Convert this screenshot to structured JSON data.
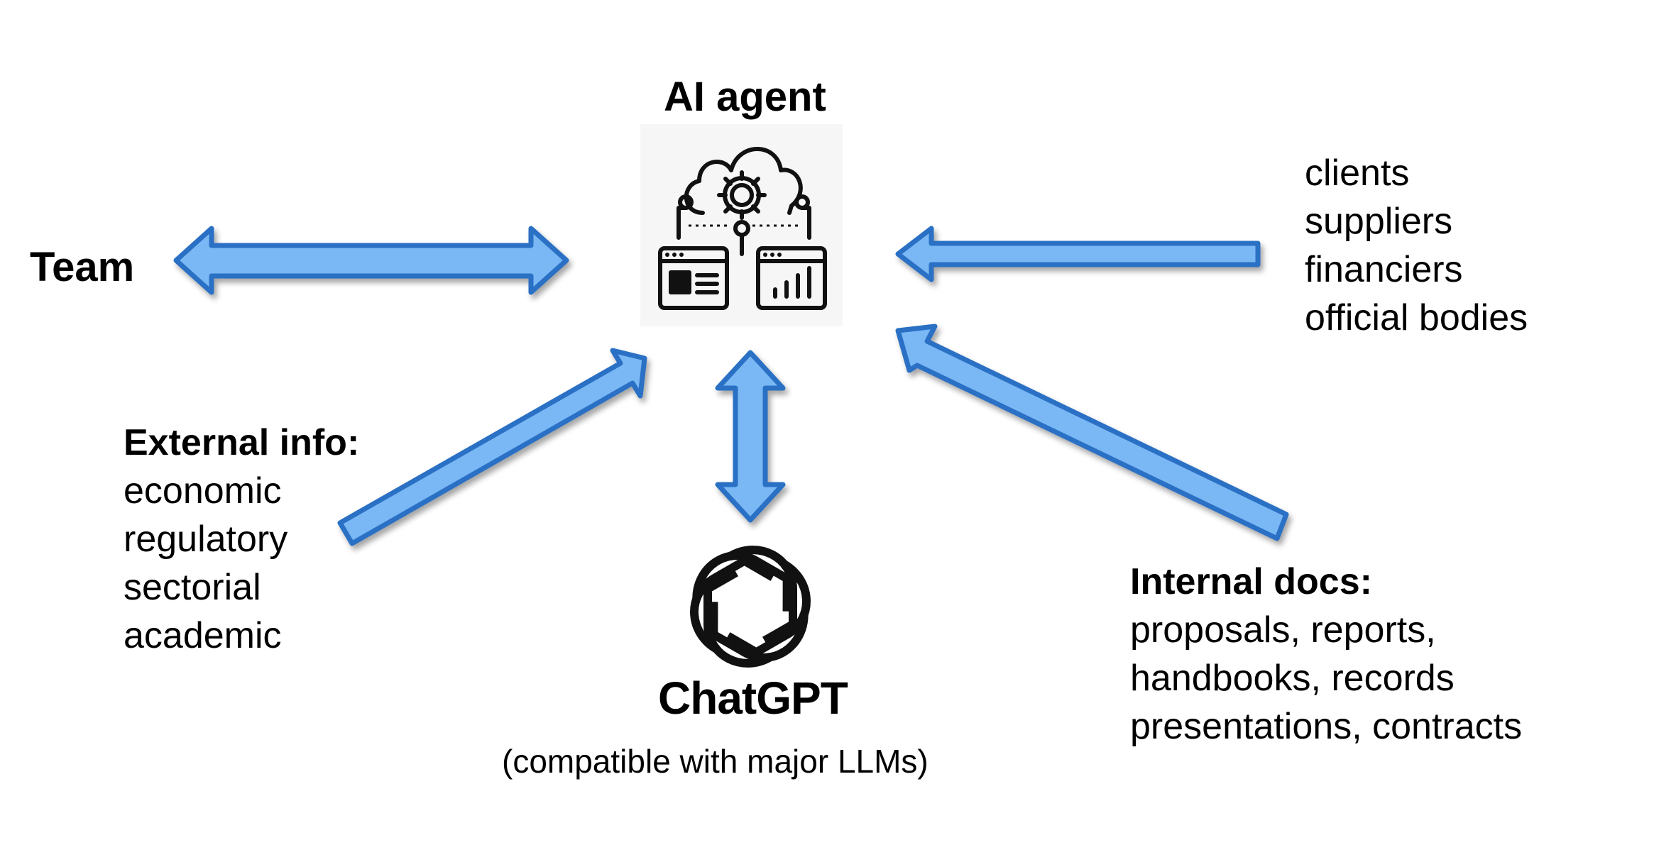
{
  "agent": {
    "title": "AI agent",
    "icon": "ai-agent-cloud-gear-dashboard-icon"
  },
  "team": {
    "label": "Team"
  },
  "stakeholders": {
    "items": [
      "clients",
      "suppliers",
      "financiers",
      "official bodies"
    ]
  },
  "external_info": {
    "heading": "External info:",
    "items": [
      "economic",
      "regulatory",
      "sectorial",
      "academic"
    ]
  },
  "internal_docs": {
    "heading": "Internal docs:",
    "items": [
      "proposals, reports,",
      "handbooks, records",
      "presentations, contracts"
    ]
  },
  "llm": {
    "brand": "ChatGPT",
    "icon": "openai-logo-icon",
    "note": "(compatible with major LLMs)"
  },
  "colors": {
    "arrow_fill": "#7ab8f5",
    "arrow_stroke": "#2b6fc4",
    "icon_stroke": "#111111"
  }
}
